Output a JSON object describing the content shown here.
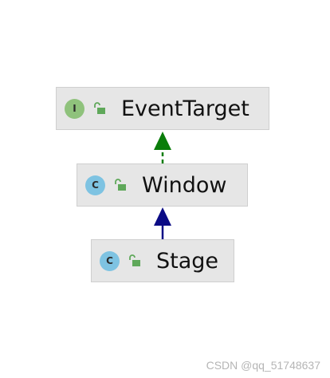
{
  "diagram": {
    "nodes": [
      {
        "id": "eventtarget",
        "label": "EventTarget",
        "kind": "interface",
        "kind_letter": "I"
      },
      {
        "id": "window",
        "label": "Window",
        "kind": "class",
        "kind_letter": "C"
      },
      {
        "id": "stage",
        "label": "Stage",
        "kind": "class",
        "kind_letter": "C"
      }
    ],
    "edges": [
      {
        "from": "window",
        "to": "eventtarget",
        "type": "implements",
        "color": "#0a7d0a",
        "style": "dashed"
      },
      {
        "from": "stage",
        "to": "window",
        "type": "extends",
        "color": "#0b0b85",
        "style": "solid"
      }
    ]
  },
  "colors": {
    "node_background": "#e6e6e6",
    "node_border": "#cfcfcf",
    "interface_icon": "#8fc27c",
    "class_icon": "#7ec3e2",
    "lock_icon": "#5fa85a"
  },
  "watermark": "CSDN @qq_51748637"
}
